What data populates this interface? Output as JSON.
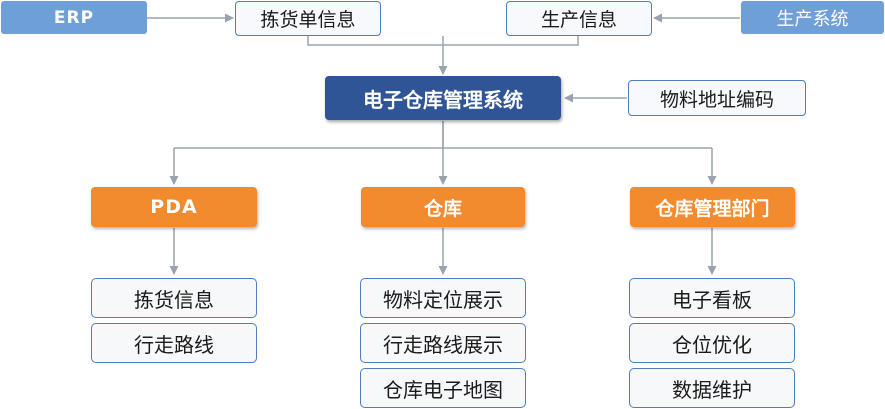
{
  "top": {
    "erp": "ERP",
    "pick_info": "拣货单信息",
    "production_info": "生产信息",
    "production_system": "生产系统"
  },
  "core": {
    "title": "电子仓库管理系统",
    "material_code": "物料地址编码"
  },
  "departments": {
    "pda": {
      "label": "PDA",
      "items": [
        "拣货信息",
        "行走路线"
      ]
    },
    "warehouse": {
      "label": "仓库",
      "items": [
        "物料定位展示",
        "行走路线展示",
        "仓库电子地图"
      ]
    },
    "management": {
      "label": "仓库管理部门",
      "items": [
        "电子看板",
        "仓位优化",
        "数据维护"
      ]
    }
  },
  "colors": {
    "source_blue": "#6f9fd8",
    "core_navy": "#2f5597",
    "dept_orange": "#f28a2e",
    "border_blue": "#4d7fbf",
    "arrow_gray": "#9aa3ad"
  }
}
